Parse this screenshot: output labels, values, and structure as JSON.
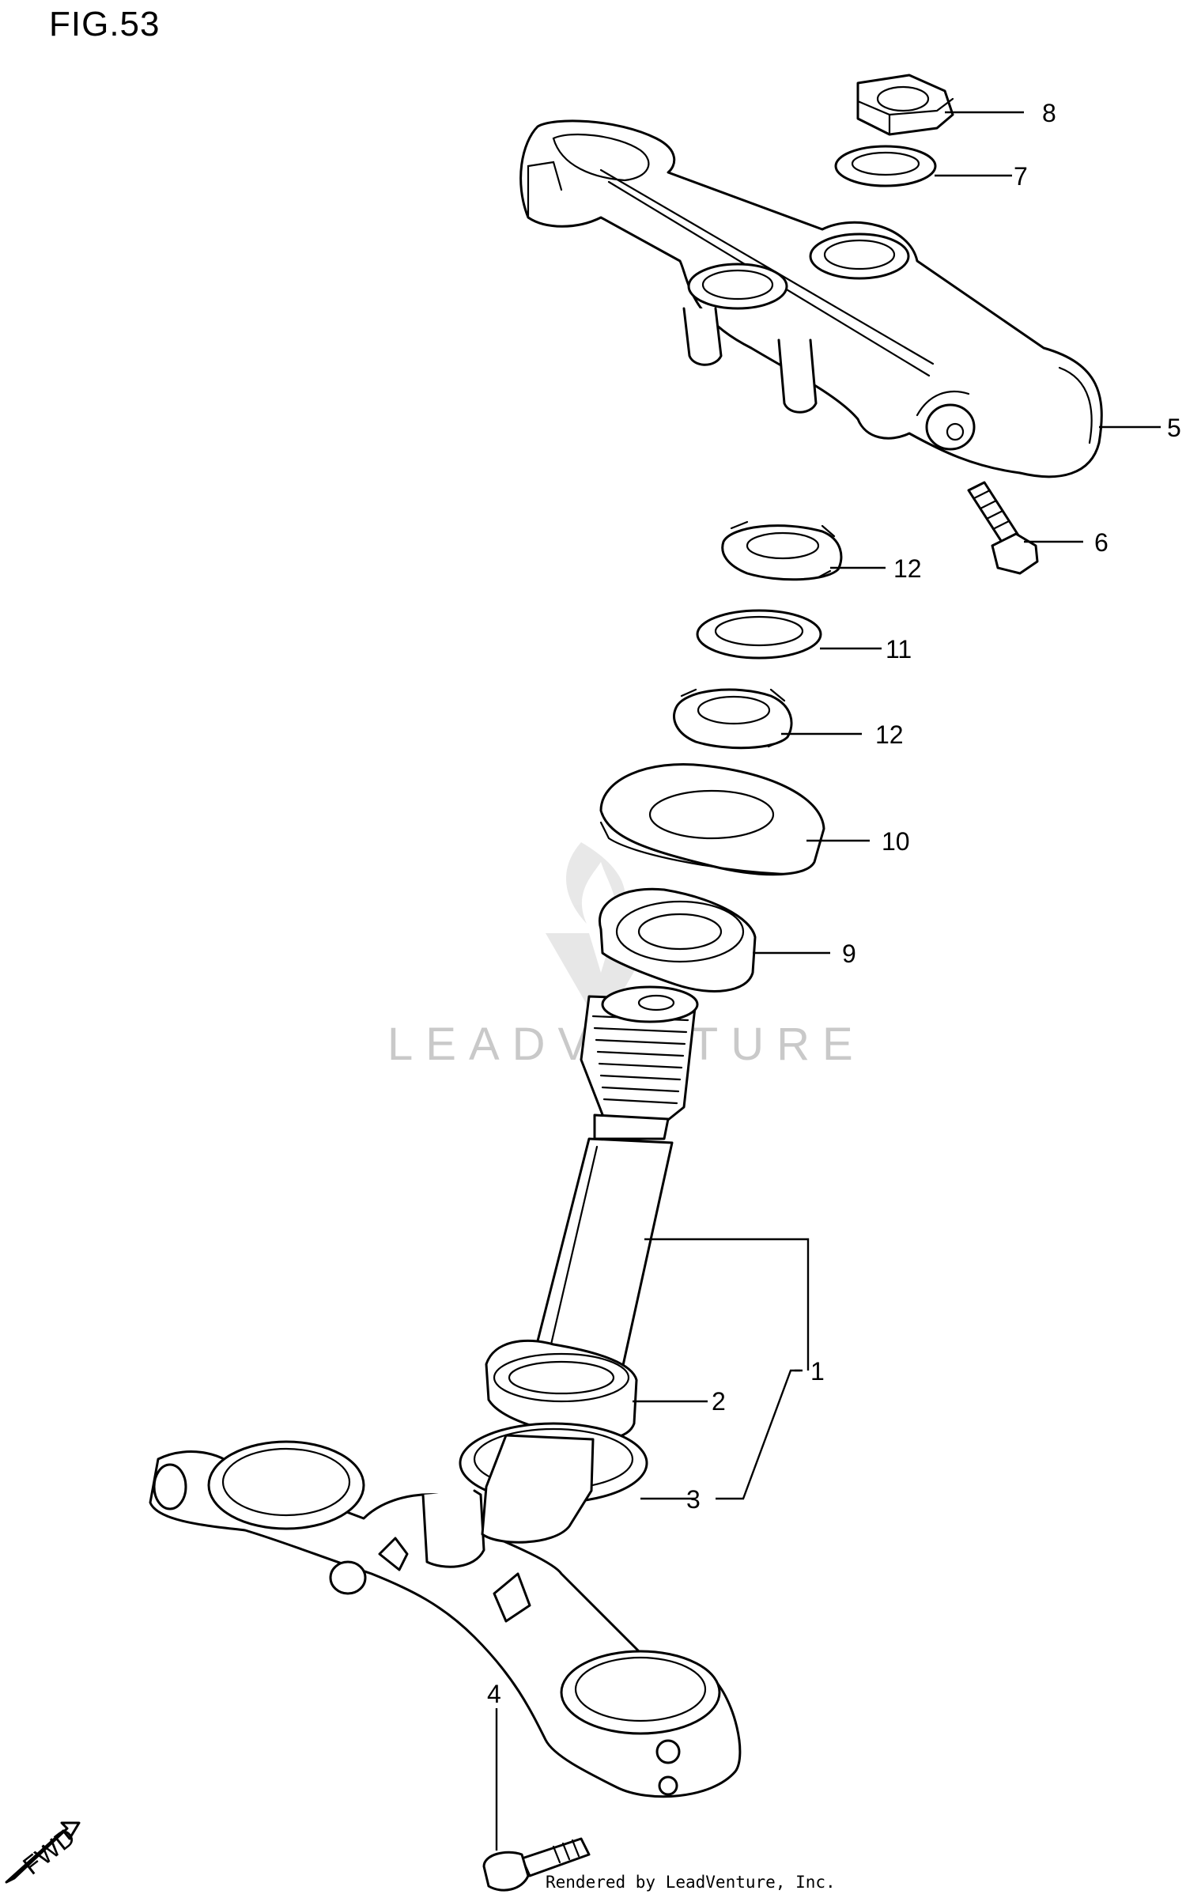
{
  "figure": {
    "title": "FIG.53"
  },
  "callouts": {
    "p1": "1",
    "p2": "2",
    "p3": "3",
    "p4": "4",
    "p5": "5",
    "p6": "6",
    "p7": "7",
    "p8": "8",
    "p9": "9",
    "p10": "10",
    "p11": "11",
    "p12a": "12",
    "p12b": "12"
  },
  "watermark": {
    "text": "LEADVENTURE"
  },
  "direction_marker": {
    "text": "FWD"
  },
  "footer": {
    "credit": "Rendered by LeadVenture, Inc."
  }
}
